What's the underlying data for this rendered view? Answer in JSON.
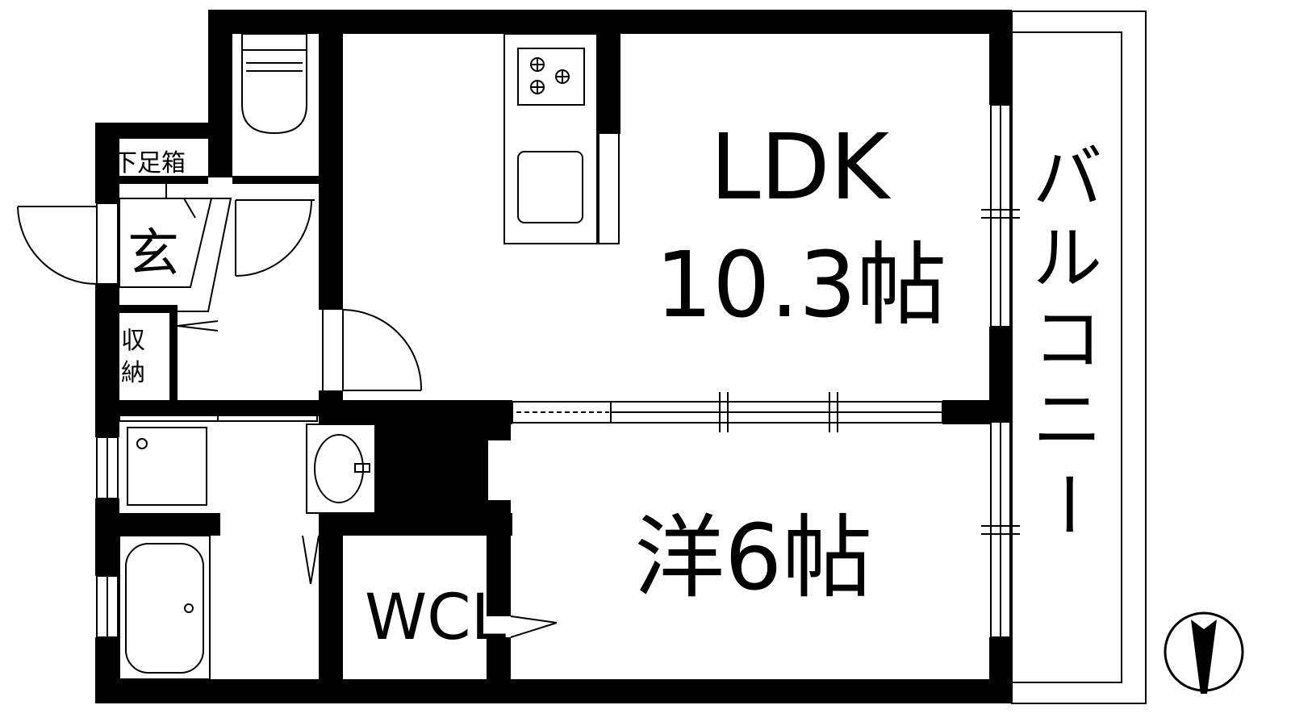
{
  "rooms": {
    "ldk": {
      "name": "LDK",
      "size": "10.3帖"
    },
    "western": {
      "label": "洋6帖"
    },
    "wcl": {
      "label": "WCL"
    },
    "entrance": {
      "label": "玄"
    },
    "shoe_box": {
      "label": "下足箱"
    },
    "storage": {
      "line1": "収",
      "line2": "納"
    },
    "balcony": {
      "chars": [
        "バ",
        "ル",
        "コ",
        "ニ",
        "ー"
      ]
    }
  },
  "colors": {
    "wall": "#000000",
    "background": "#ffffff"
  },
  "icons": {
    "compass": "north-arrow-icon",
    "stove": "gas-stove-icon",
    "sink": "kitchen-sink-icon",
    "toilet": "toilet-icon",
    "bathtub": "bathtub-icon",
    "washbasin": "washbasin-icon",
    "washer": "washing-machine-pan-icon"
  }
}
